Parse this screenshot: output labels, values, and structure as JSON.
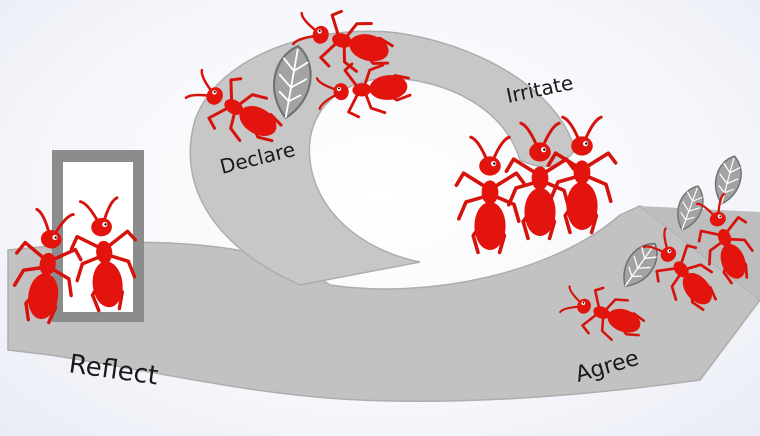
{
  "stages": {
    "reflect": "Reflect",
    "declare": "Declare",
    "irritate": "Irritate",
    "agree": "Agree"
  },
  "colors": {
    "arrow": "#c2c2c2",
    "arrow_edge": "#a8a8a8",
    "ant": "#e3140d",
    "ant_dark": "#b30e09",
    "leaf": "#9a9a9a",
    "mirror_frame": "#8c8c8c"
  },
  "icons": [
    "mirror-icon",
    "ant-icon",
    "leaf-icon"
  ]
}
